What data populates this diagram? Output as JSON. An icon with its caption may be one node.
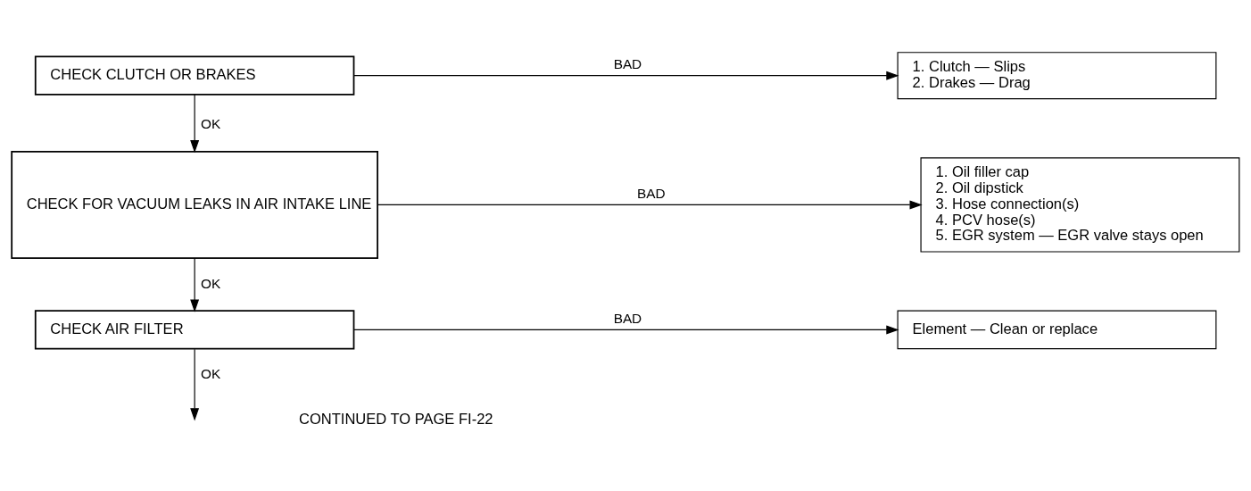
{
  "diagram": {
    "nodes": [
      {
        "text": [
          "CHECK CLUTCH OR BRAKES"
        ]
      },
      {
        "text": [
          "1. Clutch — Slips",
          "2. Drakes — Drag"
        ]
      },
      {
        "text": [
          "CHECK FOR VACUUM LEAKS IN AIR INTAKE LINE"
        ]
      },
      {
        "text": [
          "1. Oil filler cap",
          "2. Oil dipstick",
          "3. Hose connection(s)",
          "4. PCV hose(s)",
          "5. EGR system — EGR valve stays open"
        ]
      },
      {
        "text": [
          "CHECK AIR FILTER"
        ]
      },
      {
        "text": [
          "Element — Clean or replace"
        ]
      }
    ],
    "edges": [
      {
        "from": 0,
        "to": 1,
        "arrow": "to",
        "label": "BAD"
      },
      {
        "from": 0,
        "to": 2,
        "arrow": "to",
        "label": "OK"
      },
      {
        "from": 2,
        "to": 3,
        "arrow": "to",
        "label": "BAD"
      },
      {
        "from": 2,
        "to": 4,
        "arrow": "to",
        "label": "OK"
      },
      {
        "from": 4,
        "to": 5,
        "arrow": "to",
        "label": "BAD"
      },
      {
        "from": 4,
        "to": null,
        "arrow": "to",
        "label": "OK"
      }
    ],
    "labels": [
      "CONTINUED TO PAGE FI-22"
    ]
  }
}
